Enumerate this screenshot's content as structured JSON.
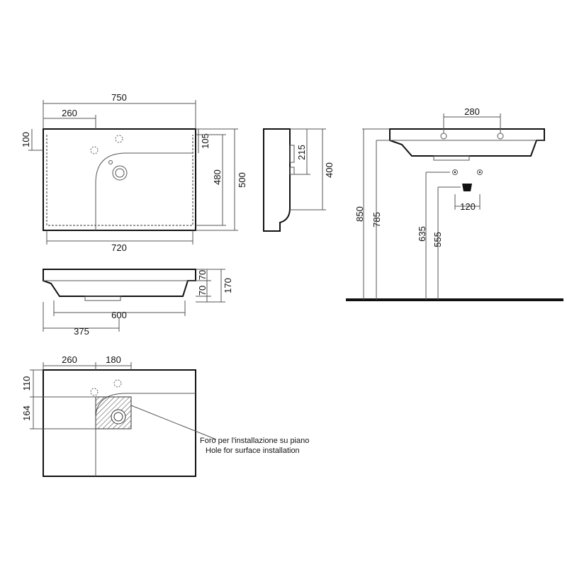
{
  "dimensions": {
    "top_width": "750",
    "top_hole_offset": "260",
    "top_front_depth": "100",
    "top_right_105": "105",
    "top_inner_480": "480",
    "top_depth_500": "500",
    "top_inner_width": "720",
    "side_215": "215",
    "side_400": "400",
    "front_70a": "70",
    "front_70b": "70",
    "front_170": "170",
    "front_600": "600",
    "front_375": "375",
    "elev_280": "280",
    "elev_850": "850",
    "elev_785": "785",
    "elev_635": "635",
    "elev_555": "555",
    "elev_120": "120",
    "cut_260": "260",
    "cut_180": "180",
    "cut_110": "110",
    "cut_164": "164"
  },
  "notes": {
    "hole_it": "Foro per l'installazione su piano",
    "hole_en": "Hole for surface installation"
  }
}
